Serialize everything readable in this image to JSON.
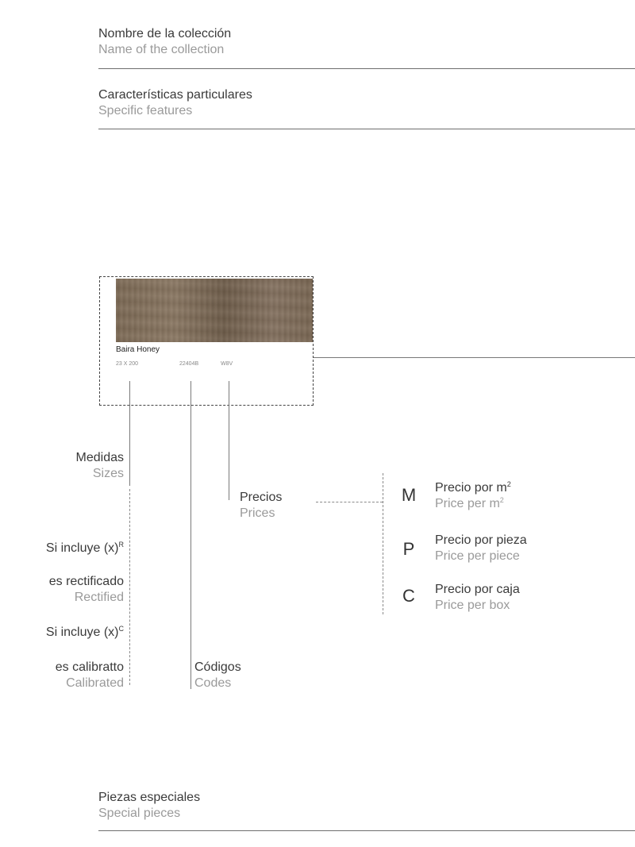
{
  "header": {
    "collection_es": "Nombre de la colección",
    "collection_en": "Name of the collection",
    "features_es": "Características particulares",
    "features_en": "Specific features"
  },
  "card": {
    "tile_name": "Baira Honey",
    "size": "23 X 200",
    "code": "22404B",
    "price": "W8V"
  },
  "labels": {
    "sizes_es": "Medidas",
    "sizes_en": "Sizes",
    "rect_prefix_es": "Si incluye (x)",
    "rect_sup": "R",
    "rect_es": "es rectificado",
    "rect_en": "Rectified",
    "cal_prefix_es": "Si incluye (x)",
    "cal_sup": "C",
    "cal_es": "es calibratto",
    "cal_en": "Calibrated",
    "codes_es": "Códigos",
    "codes_en": "Codes",
    "prices_es": "Precios",
    "prices_en": "Prices"
  },
  "price_legend": [
    {
      "letter": "M",
      "es": "Precio por m",
      "en": "Price per m",
      "sup": "2"
    },
    {
      "letter": "P",
      "es": "Precio por pieza",
      "en": "Price per piece",
      "sup": ""
    },
    {
      "letter": "C",
      "es": "Precio por caja",
      "en": "Price per box",
      "sup": ""
    }
  ],
  "footer": {
    "special_es": "Piezas especiales",
    "special_en": "Special pieces"
  }
}
